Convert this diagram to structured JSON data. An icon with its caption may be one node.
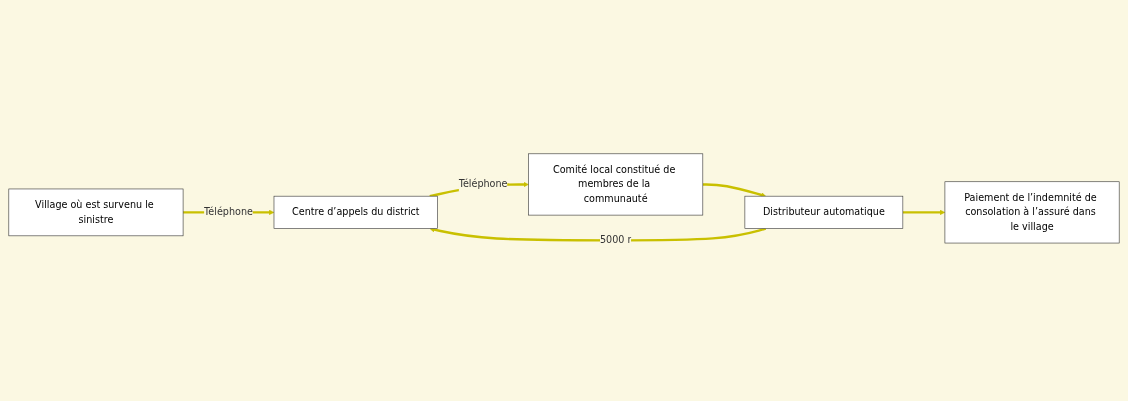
{
  "diagram": {
    "nodes": [
      {
        "text": [
          "Village où est survenu le sinistre"
        ]
      },
      {
        "text": [
          "Centre d’appels du district"
        ]
      },
      {
        "text": [
          "Paiement de l’indemnité de consolation à l’assuré dans le village"
        ]
      },
      {
        "text": [
          "Comité local constitué de membres de la communauté"
        ]
      },
      {
        "text": [
          "Distributeur automatique"
        ]
      }
    ],
    "edges": [
      {
        "from": 0,
        "to": 1,
        "arrow": "to",
        "label": "Téléphone"
      },
      {
        "from": 1,
        "to": 3,
        "arrow": "to",
        "label": "Téléphone"
      },
      {
        "from": 3,
        "to": 4,
        "arrow": "to"
      },
      {
        "from": 4,
        "to": 1,
        "arrow": "to",
        "label": "5000 r"
      },
      {
        "from": 4,
        "to": 2,
        "arrow": "to"
      }
    ]
  }
}
